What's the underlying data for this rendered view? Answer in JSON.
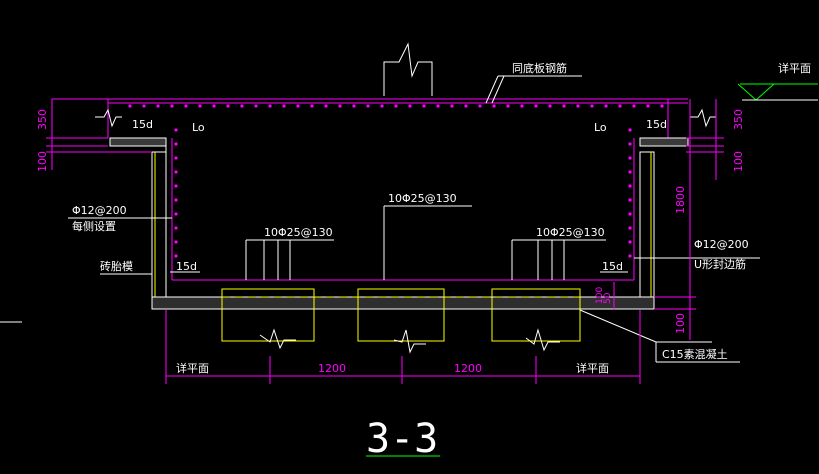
{
  "title": "3-3",
  "colors": {
    "background": "#000000",
    "outline": "#ffffff",
    "rebar": "#ff00ff",
    "dimension": "#ff00ff",
    "pile_cap": "#ffff00",
    "ground": "#00ff00",
    "label": "#ffffff"
  },
  "labels": {
    "top_rebar_note": "同底板钢筋",
    "ground_level_right": "详平面",
    "lap_left": "15d",
    "lap_right": "15d",
    "lo_left": "Lo",
    "lo_right": "Lo",
    "side_rebar": "Φ12@200",
    "side_rebar_note": "每侧设置",
    "center_rebar": "10Φ25@130",
    "left_rebar": "10Φ25@130",
    "right_rebar": "10Φ25@130",
    "brick_wall": "砖胎模",
    "bottom_lap_left": "15d",
    "bottom_lap_right": "15d",
    "u_rebar": "Φ12@200",
    "u_rebar_note": "U形封边筋",
    "concrete_note": "C15素混凝土",
    "bottom_left_ref": "详平面",
    "bottom_right_ref": "详平面",
    "cover": "50",
    "small_dim": "100"
  },
  "dimensions": {
    "left_top": "350",
    "left_bottom": "100",
    "right_top": "350",
    "right_mid": "100",
    "right_height": "1800",
    "right_base": "100",
    "span1": "1200",
    "span2": "1200"
  }
}
